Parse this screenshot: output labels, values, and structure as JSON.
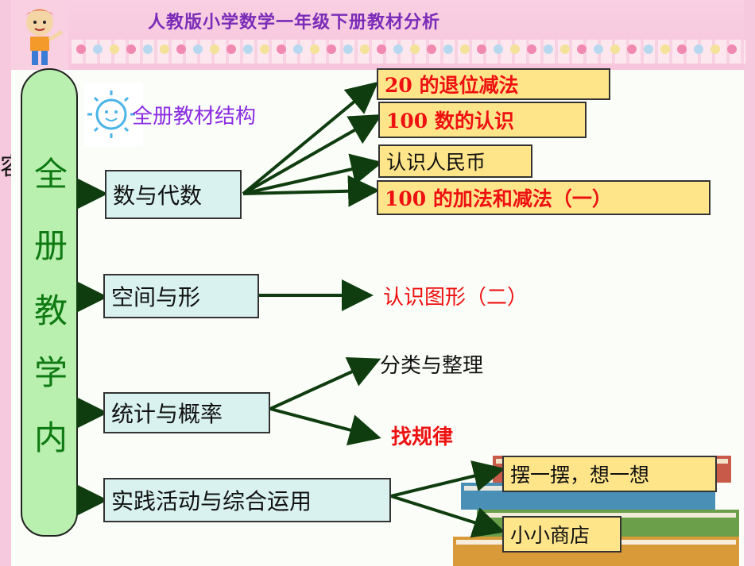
{
  "header": {
    "title": "人教版小学数学一年级下册教材分析"
  },
  "stray_char": "容",
  "sidebar": {
    "chars": [
      "全",
      "册",
      "教",
      "学",
      "内"
    ]
  },
  "subtitle": "全册教材结构",
  "categories": [
    {
      "label": "数与代数",
      "items": [
        "20 的退位减法",
        "100 数的认识",
        "认识人民币",
        "100 的加法和减法（一）"
      ]
    },
    {
      "label": "空间与形",
      "items": [
        "认识图形（二）"
      ]
    },
    {
      "label": "统计与概率",
      "items": [
        "分类与整理",
        "找规律"
      ]
    },
    {
      "label": "实践活动与综合运用",
      "items": [
        "摆一摆，想一想",
        "小小商店"
      ]
    }
  ],
  "colors": {
    "title": "#7a2bb8",
    "sidebar_fill": "#b9f0b0",
    "sidebar_text": "#0f7a12",
    "category_fill": "#d9f2f0",
    "leaf_fill": "#ffe58a",
    "highlight_text": "#ee1111",
    "arrow": "#0f3d0f",
    "subtitle": "#8a2be2"
  }
}
